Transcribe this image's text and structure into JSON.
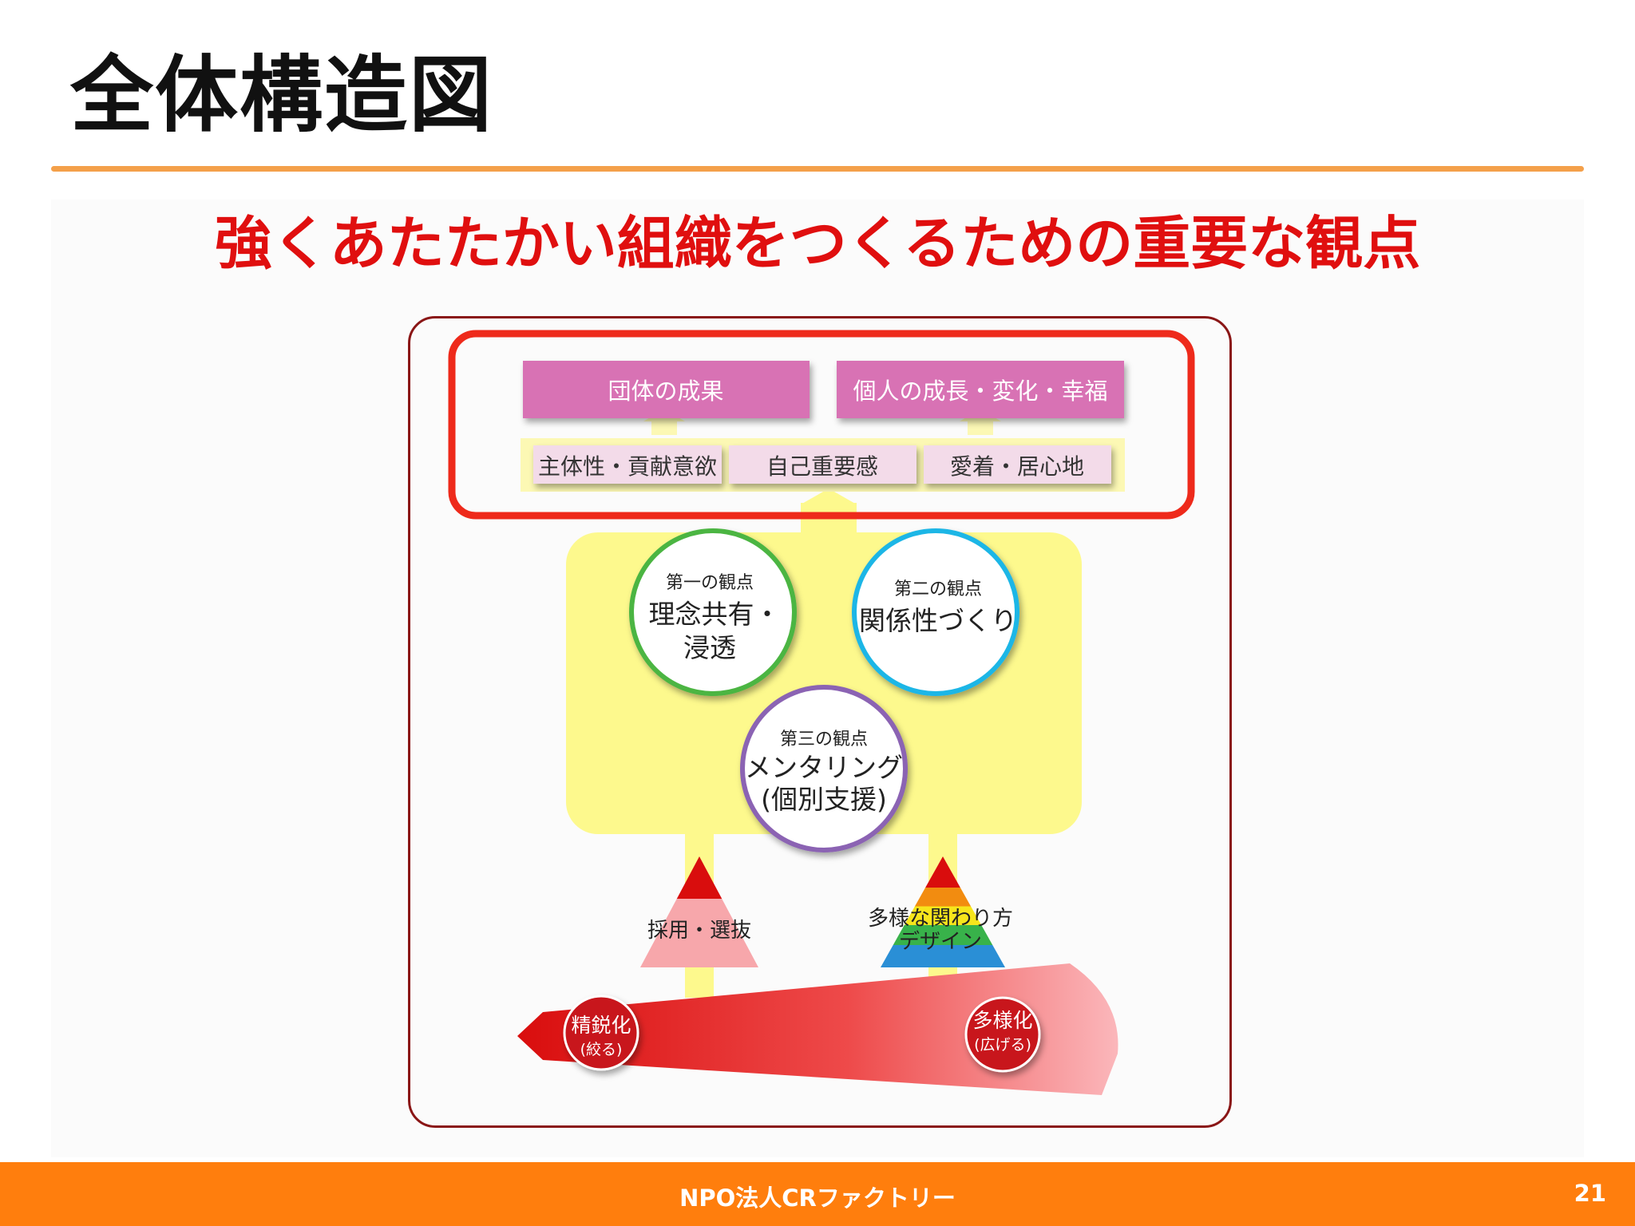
{
  "page": {
    "title": "全体構造図",
    "subtitle": "強くあたたかい組織をつくるための重要な観点"
  },
  "diagram": {
    "outcomes": [
      "団体の成果",
      "個人の成長・変化・幸福"
    ],
    "conditions": [
      "主体性・貢献意欲",
      "自己重要感",
      "愛着・居心地"
    ],
    "viewpoints": [
      {
        "label": "第一の観点",
        "text_line1": "理念共有・",
        "text_line2": "浸透"
      },
      {
        "label": "第二の観点",
        "text_line1": "関係性づくり",
        "text_line2": ""
      },
      {
        "label": "第三の観点",
        "text_line1": "メンタリング",
        "text_line2": "(個別支援)"
      }
    ],
    "triangles": [
      {
        "label": "採用・選抜"
      },
      {
        "label_line1": "多様な関わり方",
        "label_line2": "デザイン"
      }
    ],
    "spectrum": {
      "left": {
        "main": "精鋭化",
        "sub": "(絞る)"
      },
      "right": {
        "main": "多様化",
        "sub": "(広げる)"
      }
    },
    "colors": {
      "pink_box": "#d872b4",
      "light_pink": "#f3dbe9",
      "yellow": "#fdf98d",
      "green_ring": "#4cb542",
      "cyan_ring": "#1fb6e6",
      "purple_ring": "#8b63b3",
      "highlight": "#ee2a1b",
      "red": "#d90d0d"
    }
  },
  "footer": {
    "org": "NPO法人CRファクトリー",
    "page_number": "21"
  }
}
